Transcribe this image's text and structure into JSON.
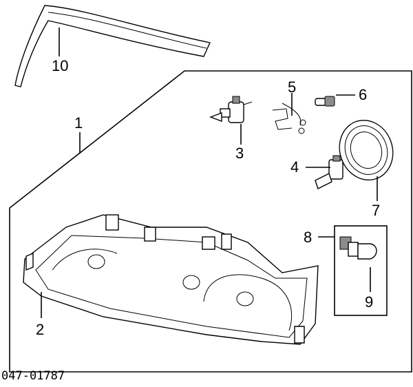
{
  "diagram": {
    "callouts": [
      {
        "id": "1",
        "text": "1"
      },
      {
        "id": "2",
        "text": "2"
      },
      {
        "id": "3",
        "text": "3"
      },
      {
        "id": "4",
        "text": "4"
      },
      {
        "id": "5",
        "text": "5"
      },
      {
        "id": "6",
        "text": "6"
      },
      {
        "id": "7",
        "text": "7"
      },
      {
        "id": "8",
        "text": "8"
      },
      {
        "id": "9",
        "text": "9"
      },
      {
        "id": "10",
        "text": "10"
      }
    ],
    "drawing_code": "047-01787"
  }
}
